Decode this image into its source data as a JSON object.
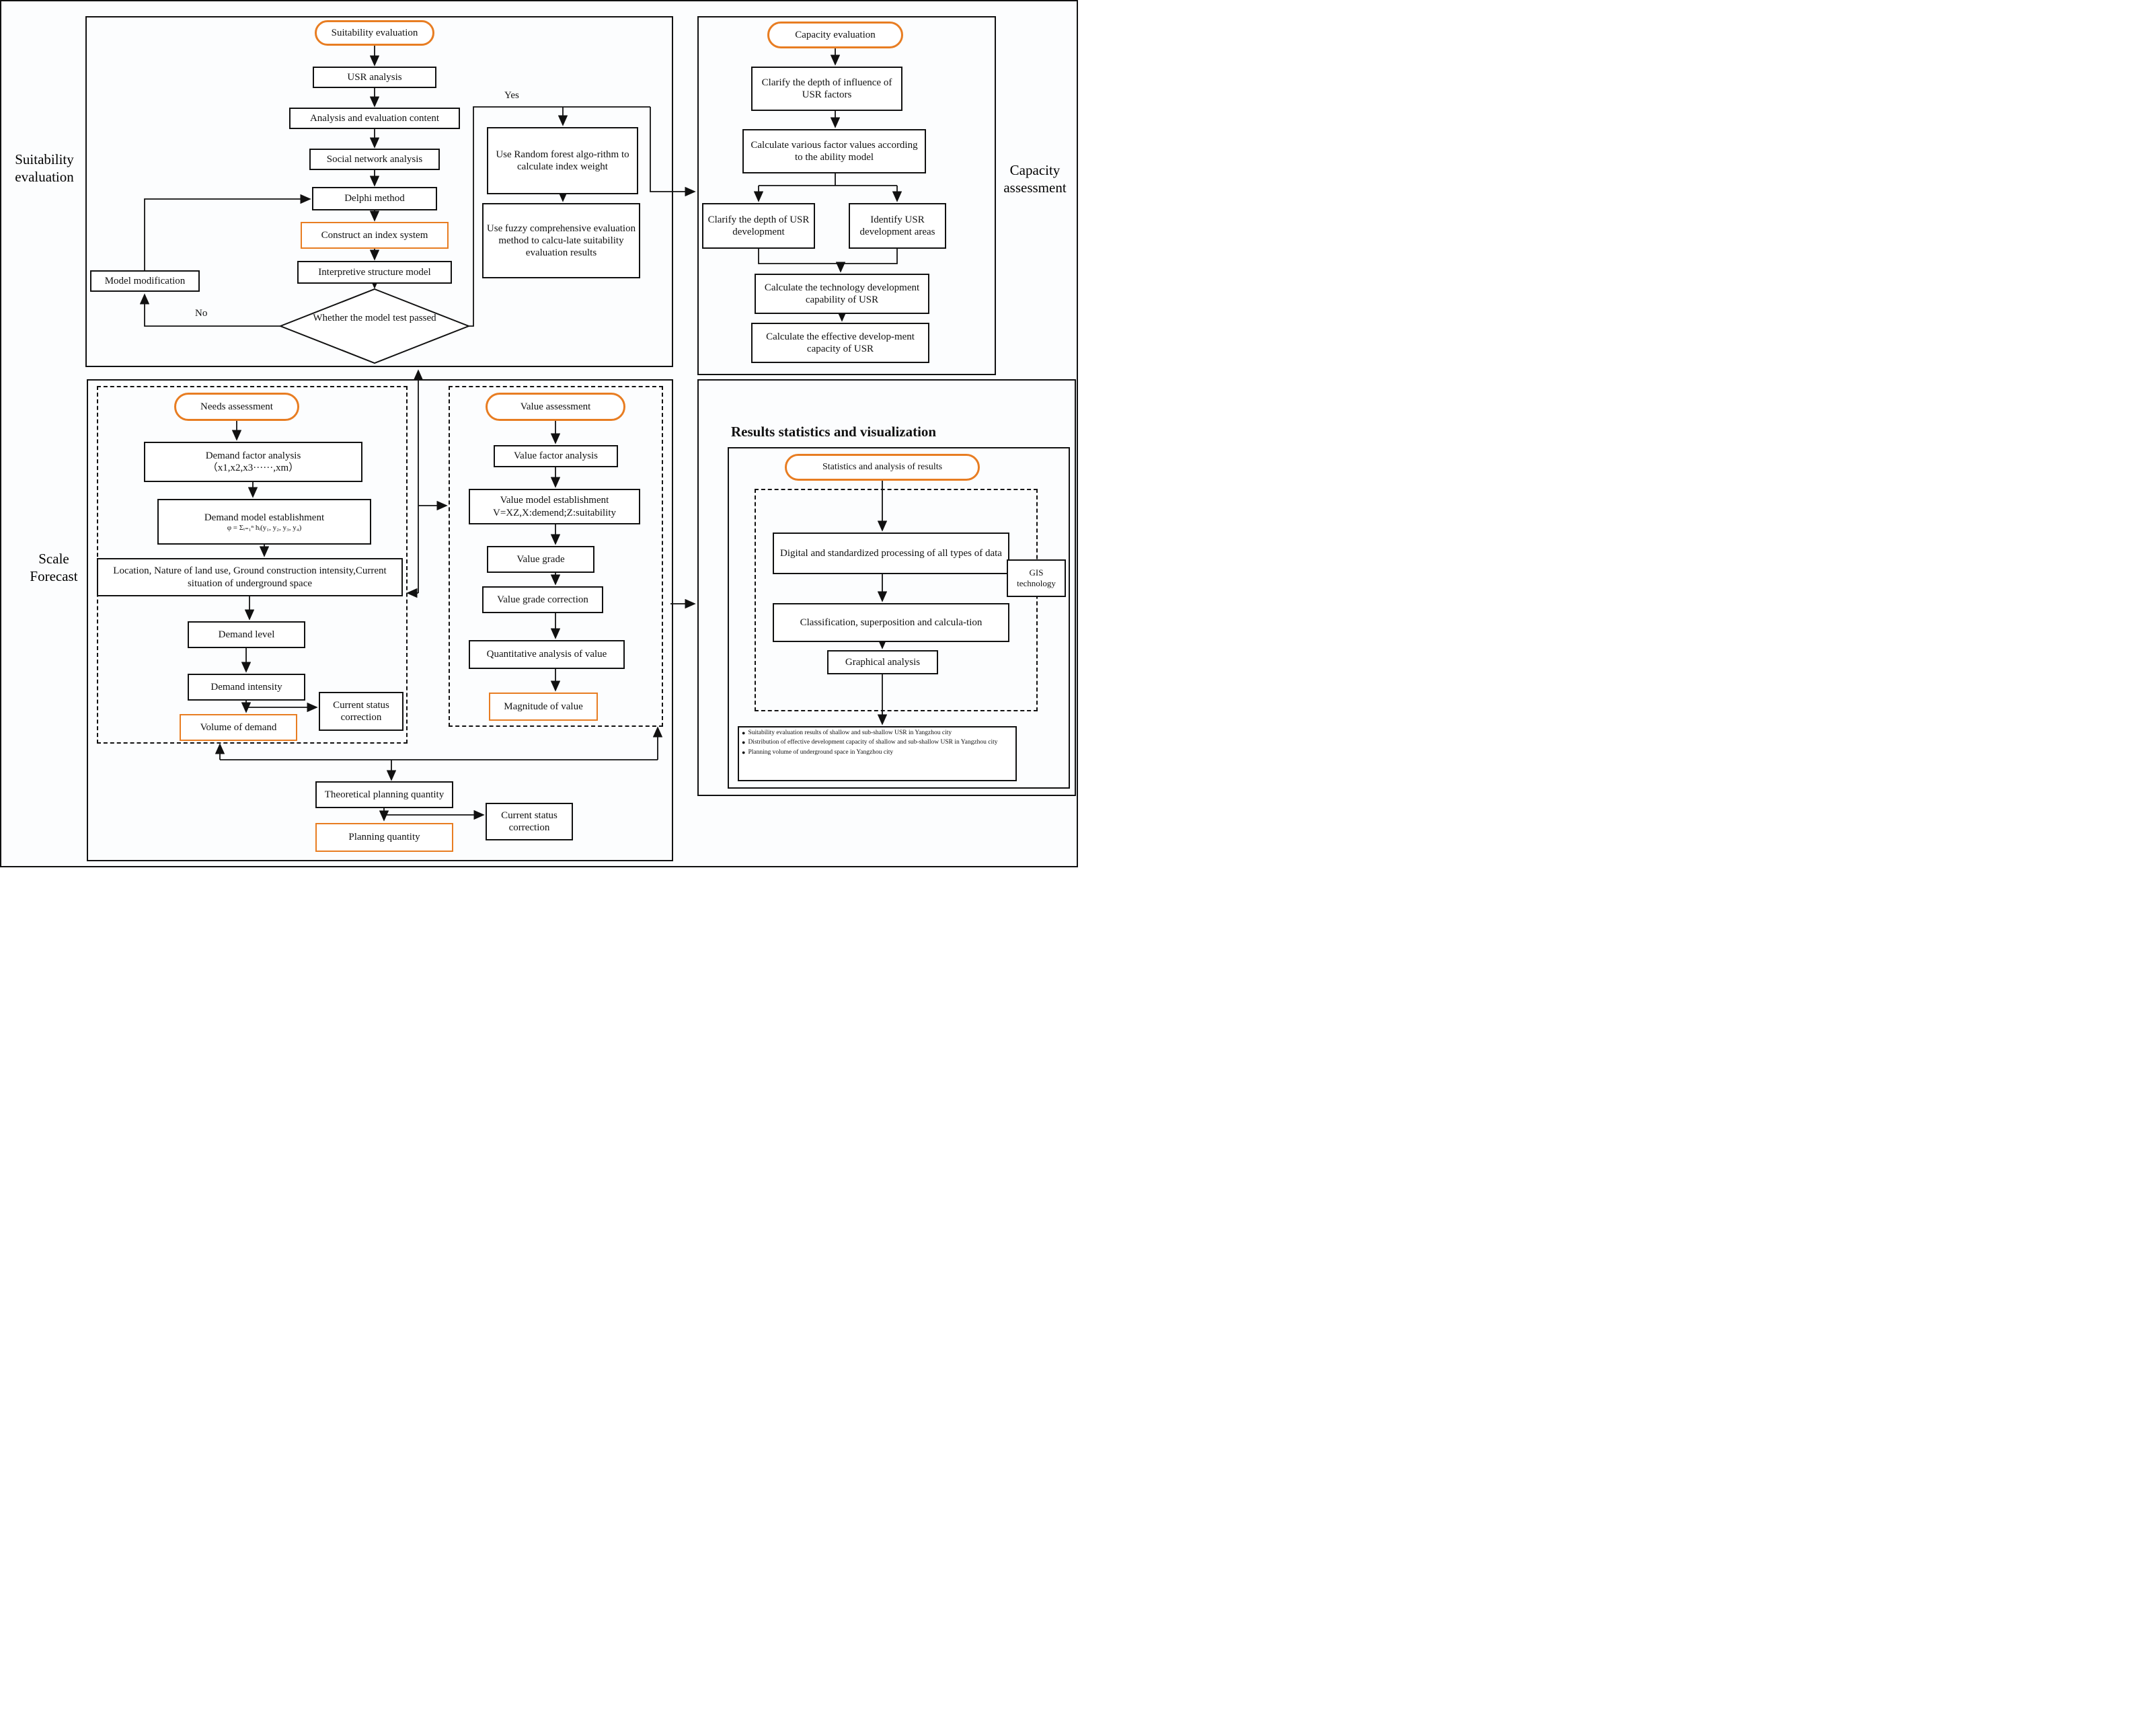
{
  "colors": {
    "accent": "#e87d22",
    "line": "#111111"
  },
  "labels": {
    "suitability_section": "Suitability evaluation",
    "capacity_section": "Capacity assessment",
    "scale_section": "Scale Forecast",
    "yes": "Yes",
    "no": "No"
  },
  "suitability": {
    "pill": "Suitability evaluation",
    "usr_analysis": "USR analysis",
    "analysis_content": "Analysis and evaluation content",
    "social_network": "Social network analysis",
    "delphi": "Delphi method",
    "index_system": "Construct an index system",
    "ism": "Interpretive structure model",
    "diamond": "Whether the model test passed",
    "model_modification": "Model modification",
    "random_forest": "Use Random forest algo-rithm to calculate index weight",
    "fuzzy": "Use fuzzy comprehensive evaluation method to calcu-late suitability evaluation results"
  },
  "capacity": {
    "pill": "Capacity evaluation",
    "depth_influence": "Clarify the depth of influence of USR factors",
    "factor_values": "Calculate various factor values according to the ability model",
    "depth_development": "Clarify the depth of USR development",
    "identify_areas": "Identify USR development areas",
    "tech_capability": "Calculate the technology development capability of USR",
    "effective_capacity": "Calculate the effective develop-ment capacity of USR"
  },
  "needs": {
    "pill": "Needs assessment",
    "demand_factor": "Demand factor analysis",
    "demand_factor_sub": "（x1,x2,x3······,xm）",
    "demand_model": "Demand model establishment",
    "demand_model_formula": "φ = Σᵢ₌₁ⁿ hᵢ(y₁, y₂, y₃, y₄)",
    "location": "Location, Nature of land use, Ground construction intensity,Current situation of underground space",
    "demand_level": "Demand level",
    "demand_intensity": "Demand intensity",
    "status_correction": "Current status correction",
    "volume_of_demand": "Volume of demand"
  },
  "value": {
    "pill": "Value assessment",
    "value_factor": "Value factor analysis",
    "value_model_line1": "Value  model establishment",
    "value_model_line2": "V=XZ,X:demend;Z:suitability",
    "value_grade": "Value grade",
    "grade_correction": "Value grade correction",
    "quantitative": "Quantitative analysis of value",
    "magnitude": "Magnitude of value"
  },
  "planning": {
    "theoretical": "Theoretical planning quantity",
    "status_correction": "Current status correction",
    "planning_quantity": "Planning quantity"
  },
  "results": {
    "title": "Results statistics and visualization",
    "pill": "Statistics and analysis of results",
    "digital": "Digital and standardized processing of all types of data",
    "classification": "Classification, superposition and calcula-tion",
    "gis": "GIS technology",
    "graphical": "Graphical analysis",
    "bullets": [
      "Suitability evaluation results of shallow and sub-shallow USR in Yangzhou city",
      "Distribution of effective development capacity of shallow and sub-shallow USR in Yangzhou city",
      "Planning volume of underground space in Yangzhou city"
    ]
  }
}
